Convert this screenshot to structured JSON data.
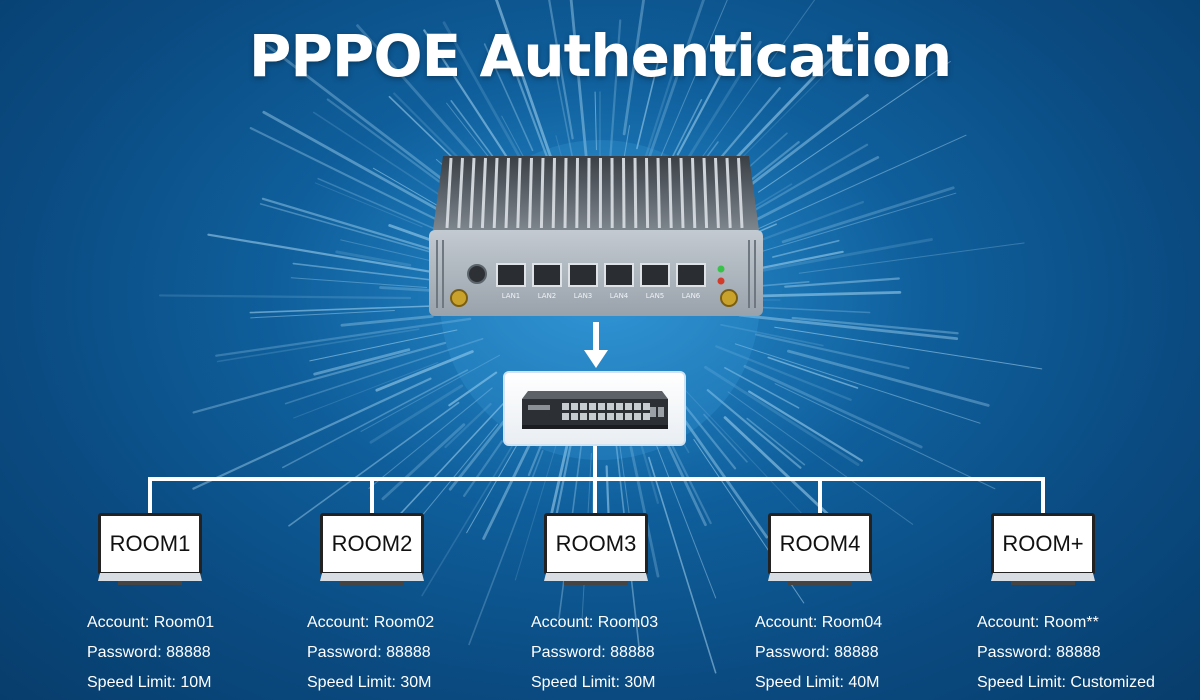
{
  "title": "PPPOE Authentication",
  "router": {
    "port_labels": [
      "LAN1",
      "LAN2",
      "LAN3",
      "LAN4",
      "LAN5",
      "LAN6"
    ]
  },
  "rooms": [
    {
      "name": "ROOM1",
      "account": "Account: Room01",
      "password": "Password: 88888",
      "speed": "Speed Limit: 10M"
    },
    {
      "name": "ROOM2",
      "account": "Account: Room02",
      "password": "Password: 88888",
      "speed": "Speed Limit: 30M"
    },
    {
      "name": "ROOM3",
      "account": "Account: Room03",
      "password": "Password: 88888",
      "speed": "Speed Limit: 30M"
    },
    {
      "name": "ROOM4",
      "account": "Account: Room04",
      "password": "Password: 88888",
      "speed": "Speed Limit: 40M"
    },
    {
      "name": "ROOM+",
      "account": "Account: Room**",
      "password": "Password: 88888",
      "speed": "Speed Limit: Customized"
    }
  ],
  "colors": {
    "background": "#0f5f9c",
    "lines": "#ffffff",
    "router_body": "#a9b2bb"
  }
}
